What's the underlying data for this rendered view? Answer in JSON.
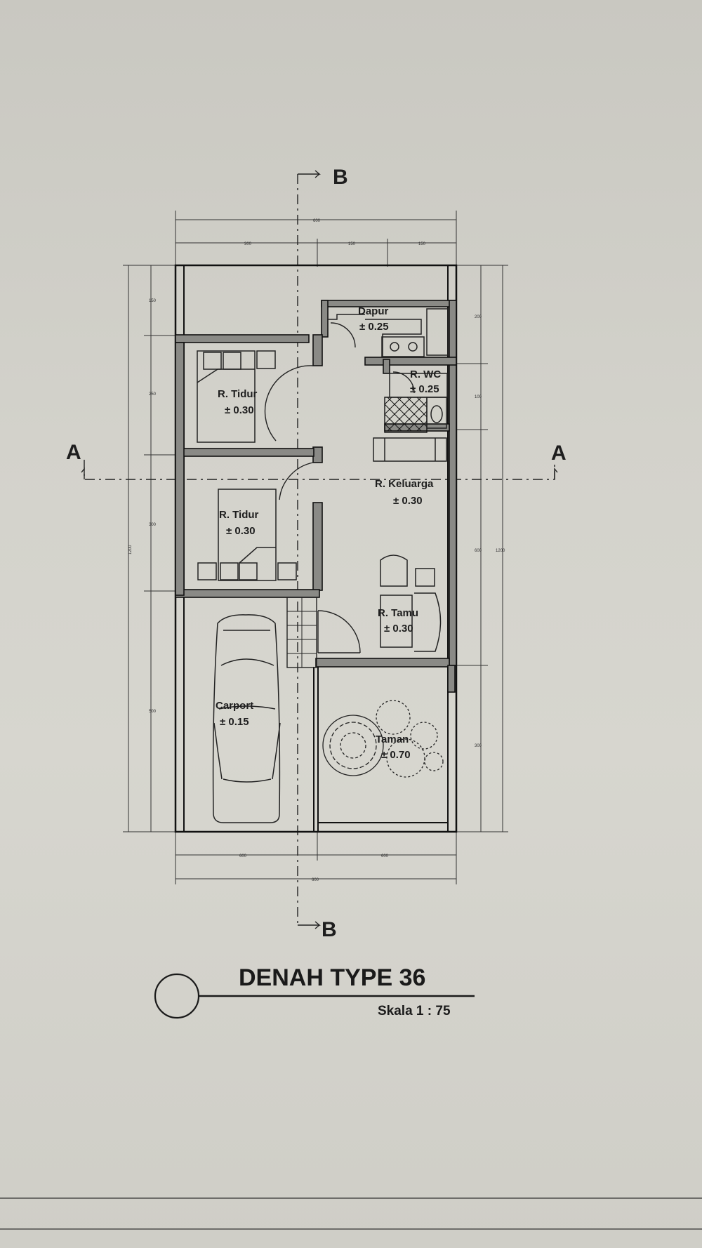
{
  "section_markers": {
    "a_left": "A",
    "a_right": "A",
    "b_top": "B",
    "b_bottom": "B"
  },
  "rooms": [
    {
      "key": "dapur",
      "name": "Dapur",
      "level": "± 0.25"
    },
    {
      "key": "wc",
      "name": "R. WC",
      "level": "± 0.25"
    },
    {
      "key": "tidur1",
      "name": "R. Tidur",
      "level": "± 0.30"
    },
    {
      "key": "tidur2",
      "name": "R. Tidur",
      "level": "± 0.30"
    },
    {
      "key": "keluarga",
      "name": "R. Keluarga",
      "level": "± 0.30"
    },
    {
      "key": "tamu",
      "name": "R. Tamu",
      "level": "± 0.30"
    },
    {
      "key": "carport",
      "name": "Carport",
      "level": "± 0.15"
    },
    {
      "key": "taman",
      "name": "Taman",
      "level": "± 0.70"
    }
  ],
  "dimensions": {
    "top_total": "600",
    "top_segments": [
      "300",
      "150",
      "150"
    ],
    "left_segments": [
      "150",
      "250",
      "300",
      "500"
    ],
    "left_total": "1200",
    "right_segments": [
      "200",
      "100",
      "600",
      "300"
    ],
    "right_total": "1200",
    "bottom_segments": [
      "600",
      "600"
    ],
    "bottom_total": "600"
  },
  "title": {
    "main": "DENAH TYPE 36",
    "scale": "Skala 1 : 75"
  },
  "colors": {
    "paper": "#d3d2cb",
    "ink": "#1a1a1a",
    "wall_fill": "#8a8a86"
  }
}
